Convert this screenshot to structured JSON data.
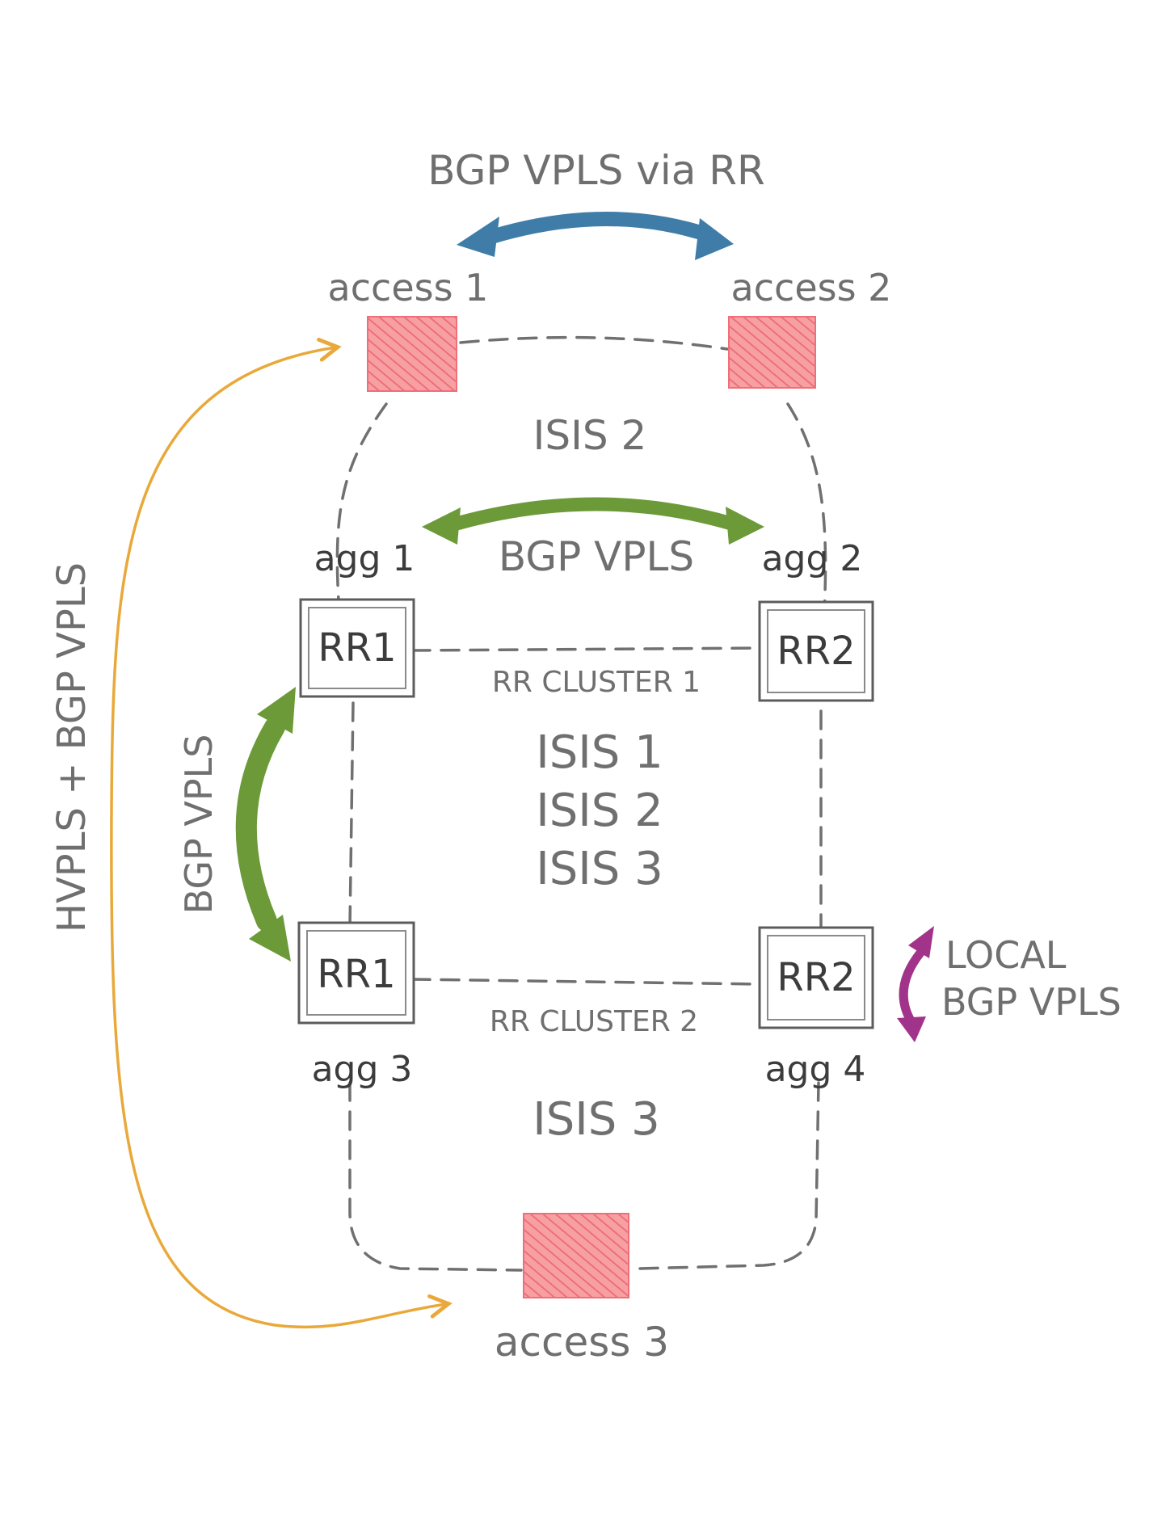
{
  "colors": {
    "access_fill": "#f58e92",
    "access_stroke": "#ef6f78",
    "blue_arrow": "#3f7da8",
    "green_arrow": "#6c9a38",
    "orange_arrow": "#e9a93a",
    "purple_arrow": "#a1348a",
    "pencil_gray": "#6f6f6f"
  },
  "top_arrow_label": "BGP VPLS via RR",
  "access": {
    "a1": "access 1",
    "a2": "access 2",
    "a3": "access 3"
  },
  "isis_top": "ISIS 2",
  "agg_arrow_label": "BGP VPLS",
  "agg": {
    "a1": "agg 1",
    "a2": "agg 2",
    "a3": "agg 3",
    "a4": "agg 4"
  },
  "rr_nodes": {
    "top_left": "RR1",
    "top_right": "RR2",
    "bottom_left": "RR1",
    "bottom_right": "RR2"
  },
  "rr_cluster_1": "RR CLUSTER 1",
  "rr_cluster_2": "RR CLUSTER 2",
  "isis_center": [
    "ISIS 1",
    "ISIS 2",
    "ISIS 3"
  ],
  "isis_bottom": "ISIS 3",
  "left_arrow_label": "BGP VPLS",
  "side_label": "HVPLS + BGP VPLS",
  "local_label_line1": "LOCAL",
  "local_label_line2": "BGP VPLS"
}
